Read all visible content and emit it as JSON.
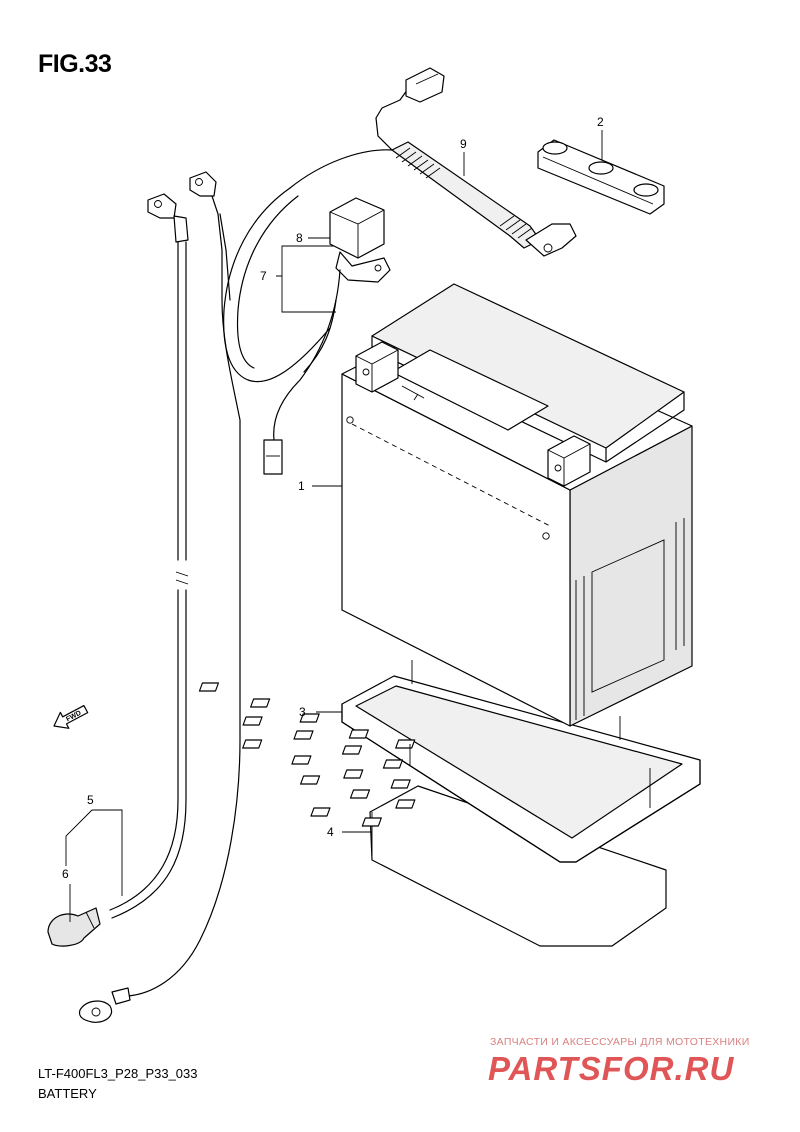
{
  "figure": {
    "title": "FIG.33",
    "code": "LT-F400FL3_P28_P33_033",
    "name": "BATTERY"
  },
  "callouts": [
    {
      "id": "1",
      "label": "1"
    },
    {
      "id": "2",
      "label": "2"
    },
    {
      "id": "3",
      "label": "3"
    },
    {
      "id": "4",
      "label": "4"
    },
    {
      "id": "5",
      "label": "5"
    },
    {
      "id": "6",
      "label": "6"
    },
    {
      "id": "7",
      "label": "7"
    },
    {
      "id": "8",
      "label": "8"
    },
    {
      "id": "9",
      "label": "9"
    }
  ],
  "fwd_arrow": {
    "label": "FWD",
    "icon": "forward-arrow-icon"
  },
  "watermark": {
    "tagline": "ЗАПЧАСТИ И АКСЕССУАРЫ ДЛЯ МОТОТЕХНИКИ",
    "brand": "PARTSFOR.RU",
    "color": "#e05656"
  }
}
